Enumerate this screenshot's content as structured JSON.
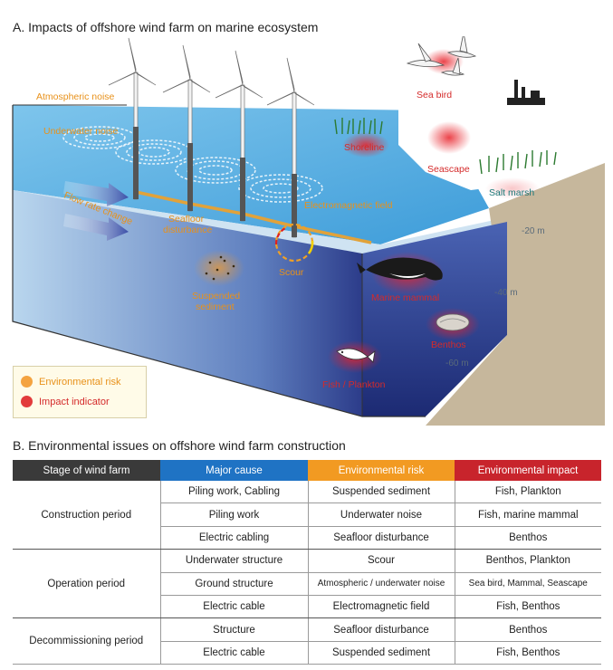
{
  "section_a": {
    "title": "A. Impacts of offshore wind farm on marine ecosystem"
  },
  "section_b": {
    "title": "B. Environmental issues on offshore wind farm construction"
  },
  "diagram": {
    "risk_labels": {
      "atmospheric_noise": "Atmospheric noise",
      "underwater_noise": "Underwater noise",
      "flow_rate_change": "Flow rate change",
      "seafloor_disturbance_1": "Seafloor",
      "seafloor_disturbance_2": "disturbance",
      "electromagnetic_field": "Electromagnetic field",
      "scour": "Scour",
      "suspended_sediment_1": "Suspended",
      "suspended_sediment_2": "sediment"
    },
    "impact_labels": {
      "sea_bird": "Sea bird",
      "shoreline": "Shoreline",
      "seascape": "Seascape",
      "salt_marsh": "Salt marsh",
      "marine_mammal": "Marine mammal",
      "benthos": "Benthos",
      "fish_plankton": "Fish / Plankton"
    },
    "depths": [
      "-20 m",
      "-40 m",
      "-60 m"
    ]
  },
  "legend": {
    "items": [
      {
        "label": "Environmental risk",
        "color": "#f4a340"
      },
      {
        "label": "Impact indicator",
        "color": "#e23b3b"
      }
    ]
  },
  "table": {
    "headers": [
      {
        "label": "Stage of wind farm",
        "color": "#3a3a3a"
      },
      {
        "label": "Major cause",
        "color": "#1f73c4"
      },
      {
        "label": "Environmental risk",
        "color": "#f29a22"
      },
      {
        "label": "Environmental impact",
        "color": "#c8242c"
      }
    ],
    "groups": [
      {
        "stage": "Construction period",
        "rows": [
          [
            "Piling work, Cabling",
            "Suspended sediment",
            "Fish, Plankton"
          ],
          [
            "Piling work",
            "Underwater noise",
            "Fish, marine mammal"
          ],
          [
            "Electric cabling",
            "Seafloor disturbance",
            "Benthos"
          ]
        ]
      },
      {
        "stage": "Operation period",
        "rows": [
          [
            "Underwater structure",
            "Scour",
            "Benthos, Plankton"
          ],
          [
            "Ground structure",
            "Atmospheric / underwater noise",
            "Sea bird, Mammal, Seascape"
          ],
          [
            "Electric cable",
            "Electromagnetic field",
            "Fish, Benthos"
          ]
        ]
      },
      {
        "stage": "Decommissioning period",
        "rows": [
          [
            "Structure",
            "Seafloor disturbance",
            "Benthos"
          ],
          [
            "Electric cable",
            "Suspended sediment",
            "Fish, Benthos"
          ]
        ]
      }
    ]
  }
}
